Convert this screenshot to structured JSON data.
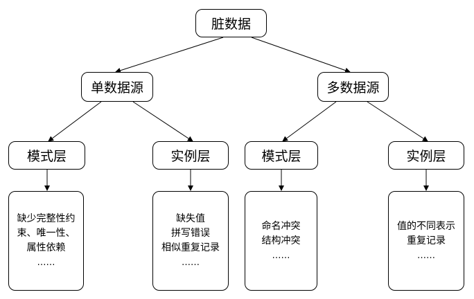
{
  "diagram": {
    "root": {
      "label": "脏数据"
    },
    "single_source": {
      "label": "单数据源",
      "schema_layer": {
        "label": "模式层",
        "details": [
          "缺少完整性约",
          "束、唯一性、",
          "属性依赖",
          "……"
        ]
      },
      "instance_layer": {
        "label": "实例层",
        "details": [
          "缺失值",
          "拼写错误",
          "相似重复记录",
          "……"
        ]
      }
    },
    "multi_source": {
      "label": "多数据源",
      "schema_layer": {
        "label": "模式层",
        "details": [
          "命名冲突",
          "结构冲突",
          "……"
        ]
      },
      "instance_layer": {
        "label": "实例层",
        "details": [
          "值的不同表示",
          "重复记录",
          "……"
        ]
      }
    }
  }
}
